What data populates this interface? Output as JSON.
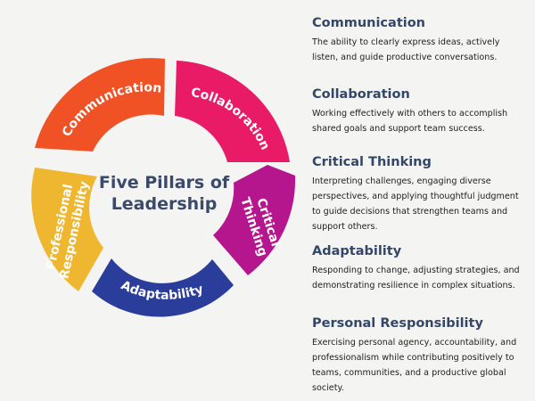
{
  "diagram": {
    "center_title_line1": "Five Pillars of",
    "center_title_line2": "Leadership",
    "pillars": [
      {
        "label": "Communication",
        "color": "#f05125"
      },
      {
        "label": "Collaboration",
        "color": "#ea1b66"
      },
      {
        "label_line1": "Critical",
        "label_line2": "Thinking",
        "color": "#b5168e"
      },
      {
        "label": "Adaptability",
        "color": "#2a3d9b"
      },
      {
        "label_line1": "Professional",
        "label_line2": "Responsibility",
        "color": "#efb62f"
      }
    ]
  },
  "sections": [
    {
      "heading": "Communication",
      "body": "The ability to clearly express ideas, actively listen, and guide productive conversations."
    },
    {
      "heading": "Collaboration",
      "body": "Working effectively with others to accomplish shared goals and support team success."
    },
    {
      "heading": "Critical Thinking",
      "body": "Interpreting challenges, engaging diverse perspectives, and applying thoughtful judgment to guide decisions that strengthen teams and support others."
    },
    {
      "heading": "Adaptability",
      "body": "Responding to change, adjusting strategies, and demonstrating resilience in complex situations."
    },
    {
      "heading": "Personal Responsibility",
      "body": "Exercising personal agency, accountability, and professionalism while contributing positively to teams, communities, and a productive global society."
    }
  ]
}
